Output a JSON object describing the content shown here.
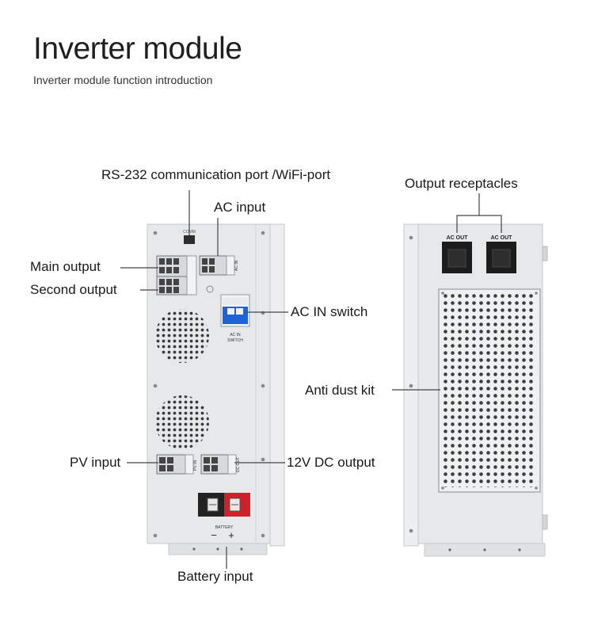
{
  "header": {
    "title": "Inverter module",
    "subtitle": "Inverter module function introduction"
  },
  "labels": {
    "rs232": "RS-232 communication port /WiFi-port",
    "ac_input": "AC input",
    "main_output": "Main output",
    "second_output": "Second output",
    "ac_in_switch": "AC IN switch",
    "pv_input": "PV input",
    "dc_output": "12V DC output",
    "battery_input": "Battery input",
    "output_receptacles": "Output receptacles",
    "anti_dust_kit": "Anti dust kit"
  },
  "panel_text": {
    "comm": "COMM",
    "ac_in": "AC IN",
    "ac_out": "AC OUT",
    "switch_line1": "AC IN",
    "switch_line2": "SWITCH",
    "pv_in": "PV IN",
    "dc_out": "DC OUT",
    "battery": "BATTERY",
    "minus": "−",
    "plus": "+",
    "receptacle_1": "AC OUT",
    "receptacle_2": "AC OUT"
  },
  "colors": {
    "body": "#e6e8ea",
    "edge": "#c9ccd0",
    "switch_blue": "#1f63d6",
    "battery_red": "#d0202a",
    "battery_black": "#222222",
    "leader": "#444444"
  }
}
